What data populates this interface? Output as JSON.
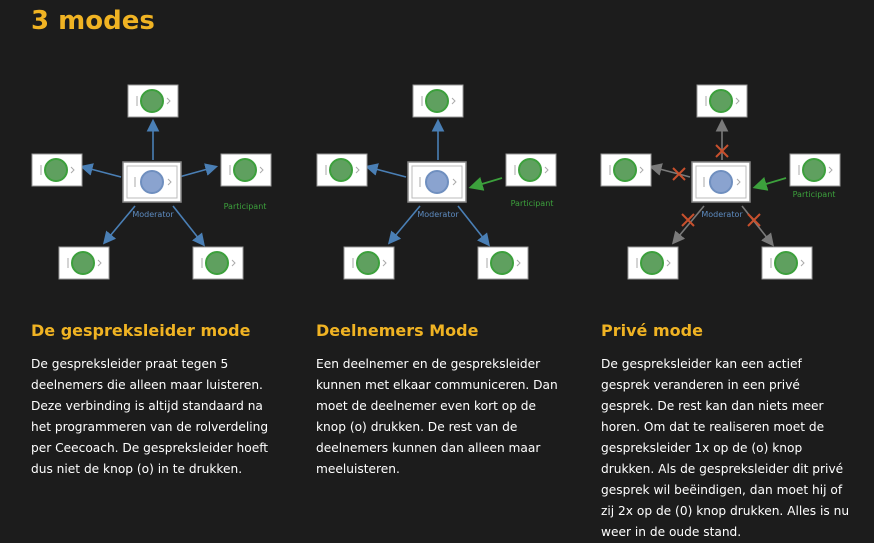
{
  "title": "3 modes",
  "columns": [
    {
      "heading": "De gespreksleider mode",
      "body": "De gespreksleider praat tegen 5 deelnemers die alleen maar luisteren. Deze verbinding is altijd standaard na het programmeren van de rolverdeling per Ceecoach. De gespreksleider hoeft dus niet de knop (o) in te drukken.",
      "moderator_label": "Moderator",
      "participant_label": "Participant"
    },
    {
      "heading": "Deelnemers Mode",
      "body": "Een deelnemer en de gespreksleider kunnen met elkaar communiceren. Dan moet de deelnemer even kort op de knop (o) drukken. De rest van de deelnemers kunnen dan alleen maar meeluisteren.",
      "moderator_label": "Moderator",
      "participant_label": "Participant"
    },
    {
      "heading": "Privé mode",
      "body": "De gespreksleider kan een actief gesprek veranderen in een privé gesprek. De rest kan dan niets meer horen. Om dat te realiseren moet de gespreksleider 1x op de (o) knop drukken. Als de gespreksleider dit privé gesprek wil beëindigen, dan moet hij of zij 2x op de (0) knop drukken. Alles is nu weer in de oude stand.",
      "moderator_label": "Moderator",
      "participant_label": "Participant"
    }
  ],
  "colors": {
    "title": "#f0b323",
    "moderator_arrow": "#4a7fb5",
    "participant_arrow": "#3ca03c",
    "blocked_arrow": "#7a7a7a",
    "cross": "#c8502d",
    "device_ring_participant": "#3ca03c",
    "device_ring_moderator": "#6f8fbf",
    "moderator_text": "#5d8bc0",
    "participant_text": "#3ca03c"
  }
}
